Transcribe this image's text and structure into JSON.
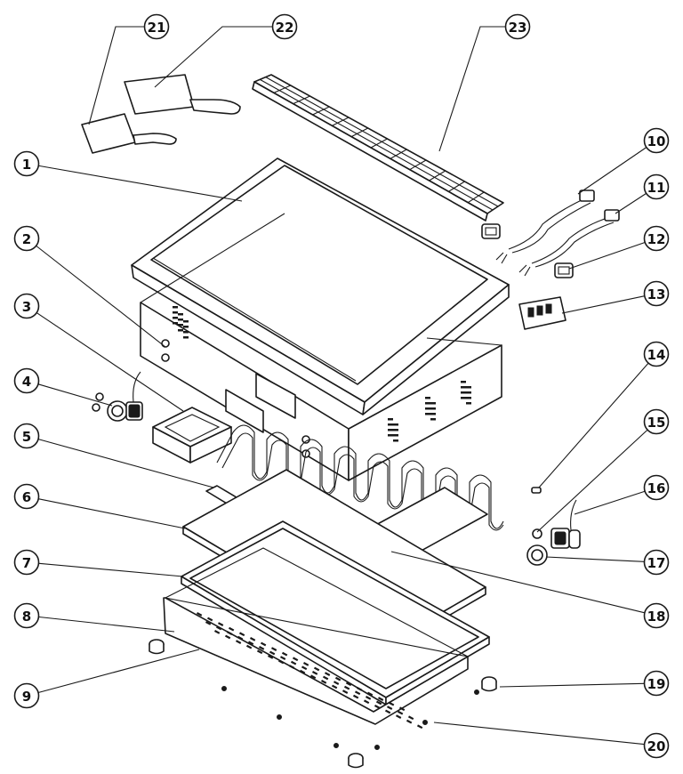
{
  "callouts": [
    {
      "id": "1"
    },
    {
      "id": "2"
    },
    {
      "id": "3"
    },
    {
      "id": "4"
    },
    {
      "id": "5"
    },
    {
      "id": "6"
    },
    {
      "id": "7"
    },
    {
      "id": "8"
    },
    {
      "id": "9"
    },
    {
      "id": "10"
    },
    {
      "id": "11"
    },
    {
      "id": "12"
    },
    {
      "id": "13"
    },
    {
      "id": "14"
    },
    {
      "id": "15"
    },
    {
      "id": "16"
    },
    {
      "id": "17"
    },
    {
      "id": "18"
    },
    {
      "id": "19"
    },
    {
      "id": "20"
    },
    {
      "id": "21"
    },
    {
      "id": "22"
    },
    {
      "id": "23"
    }
  ],
  "colors": {
    "ink": "#1a1a1a",
    "paper": "#ffffff"
  }
}
